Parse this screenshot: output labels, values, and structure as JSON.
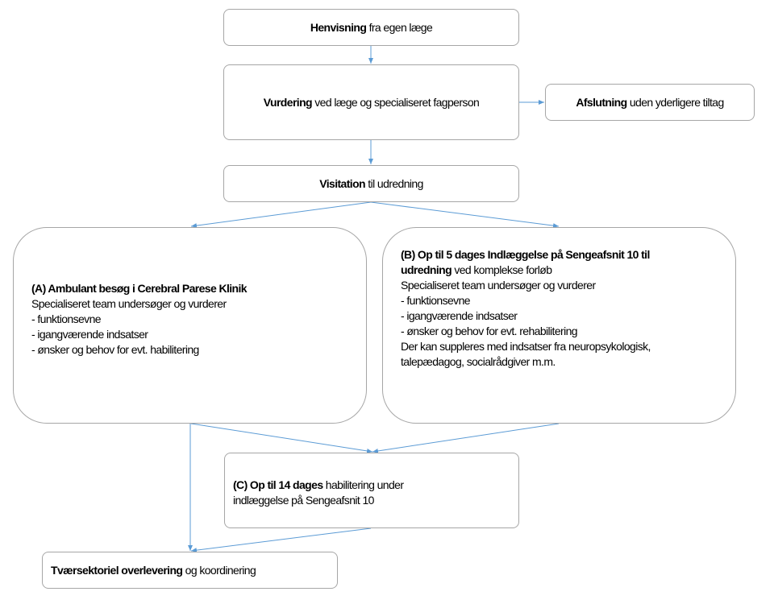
{
  "colors": {
    "arrow": "#5b9bd5",
    "border": "#a6a6a6"
  },
  "henvisning": {
    "bold": "Henvisning",
    "rest": " fra egen læge"
  },
  "vurdering": {
    "bold": "Vurdering",
    "rest": " ved læge og specialiseret fagperson"
  },
  "afslutning": {
    "bold": "Afslutning",
    "rest": " uden yderligere tiltag"
  },
  "visitation": {
    "bold": "Visitation",
    "rest": " til udredning"
  },
  "box_a": {
    "title": "(A) Ambulant besøg i Cerebral Parese Klinik",
    "lines": [
      "Specialiseret team undersøger og vurderer",
      "- funktionsevne",
      "- igangværende indsatser",
      "- ønsker og behov for evt. habilitering"
    ]
  },
  "box_b": {
    "title_line1": "(B) Op til 5 dages Indlæggelse på Sengeafsnit 10 til",
    "title_line2_bold": "udredning",
    "title_line2_rest": " ved komplekse forløb",
    "lines": [
      "Specialiseret team undersøger og vurderer",
      "- funktionsevne",
      "- igangværende indsatser",
      "- ønsker og behov for evt. rehabilitering",
      "Der kan suppleres med indsatser fra neuropsykologisk,",
      "talepædagog, socialrådgiver m.m."
    ]
  },
  "box_c": {
    "bold": "(C) Op til 14 dages",
    "rest": " habilitering under",
    "line2": "indlæggelse på Sengeafsnit 10"
  },
  "box_d": {
    "bold": "Tværsektoriel overlevering",
    "rest": " og koordinering"
  }
}
